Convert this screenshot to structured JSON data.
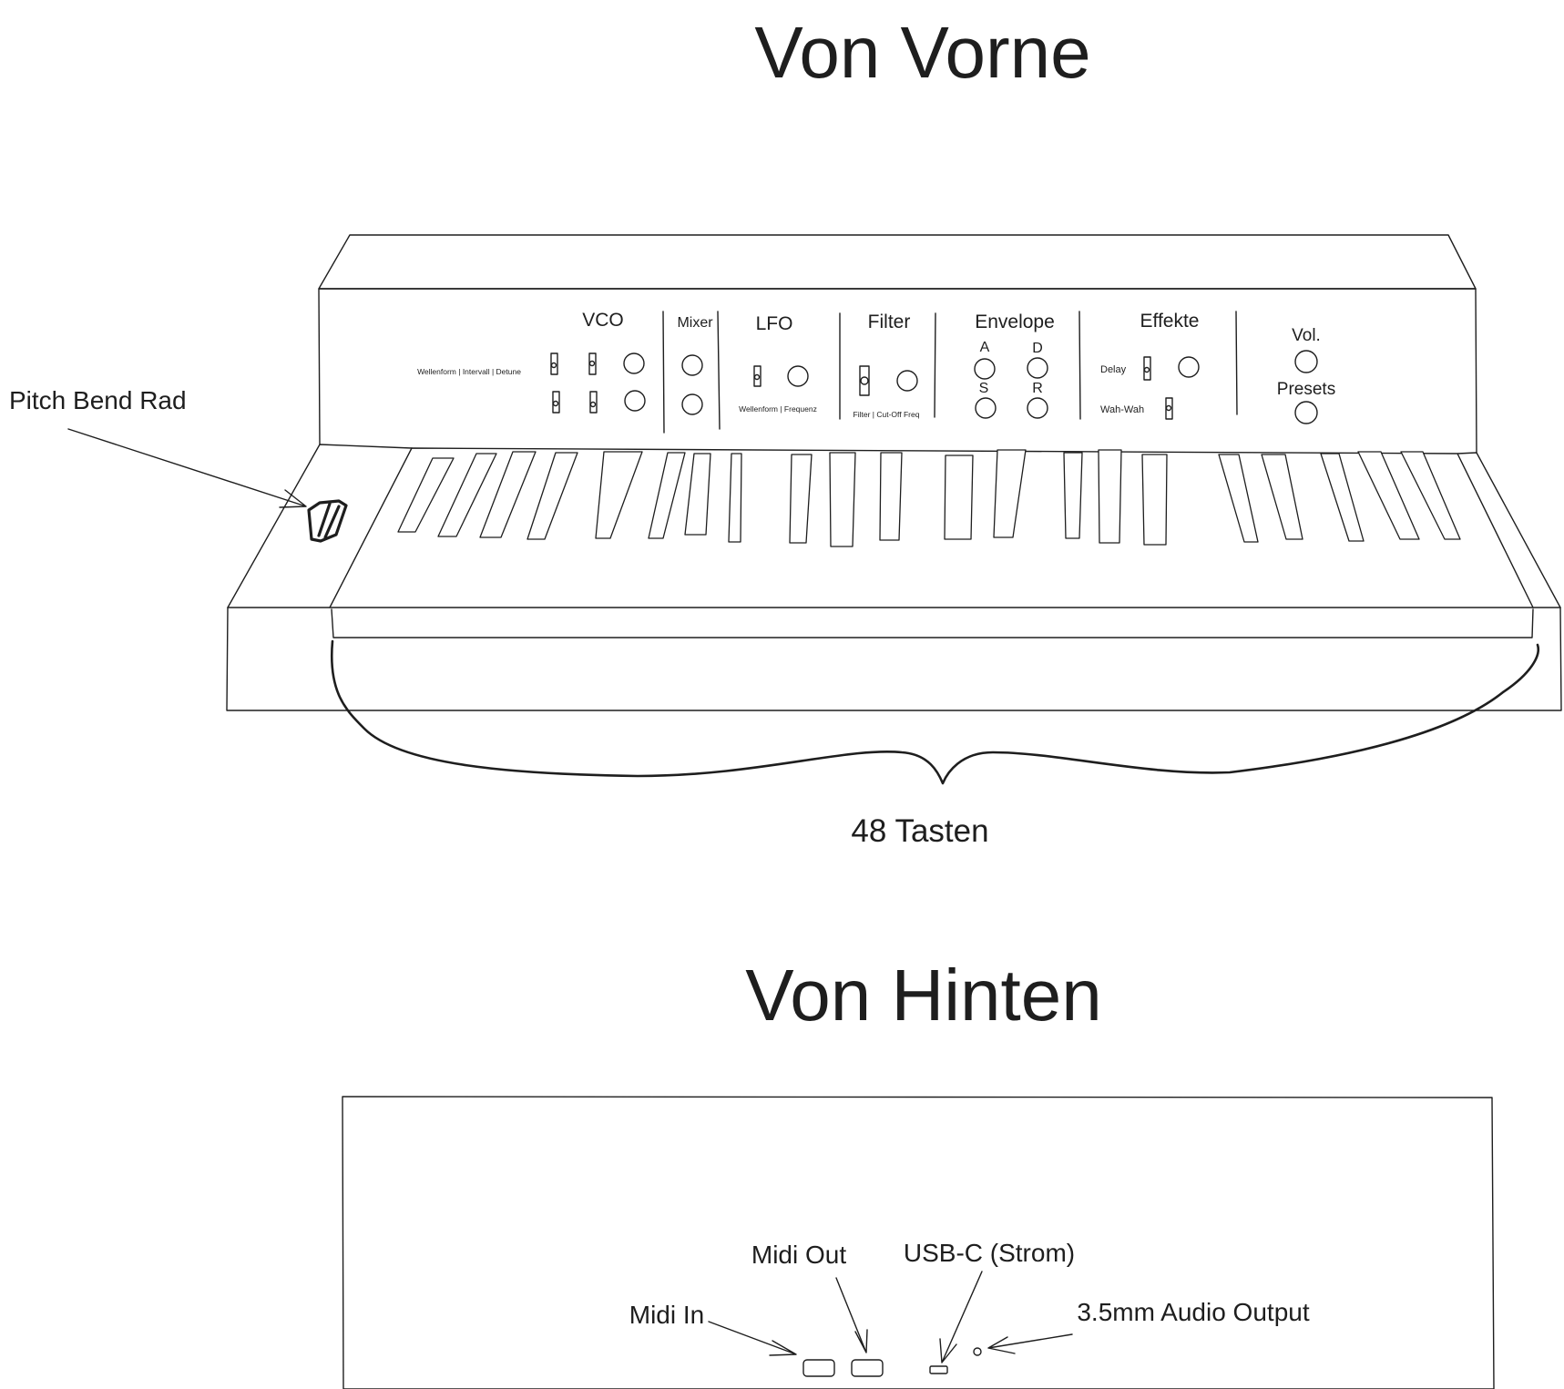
{
  "titles": {
    "front": "Von Vorne",
    "back": "Von Hinten"
  },
  "front": {
    "pitch_bend_label": "Pitch Bend Rad",
    "keys_label": "48 Tasten",
    "sections": {
      "vco": "VCO",
      "vco_sub": "Wellenform | Intervall | Detune",
      "mixer": "Mixer",
      "lfo": "LFO",
      "lfo_sub": "Wellenform | Frequenz",
      "filter": "Filter",
      "filter_sub": "Filter | Cut-Off Freq",
      "envelope": "Envelope",
      "env_a": "A",
      "env_d": "D",
      "env_s": "S",
      "env_r": "R",
      "effekte": "Effekte",
      "delay": "Delay",
      "wahwah": "Wah-Wah",
      "vol": "Vol.",
      "presets": "Presets"
    }
  },
  "back": {
    "midi_in": "Midi In",
    "midi_out": "Midi Out",
    "usb_c": "USB-C (Strom)",
    "audio_out": "3.5mm Audio Output"
  },
  "colors": {
    "ink": "#1e1e1e",
    "background": "#ffffff"
  }
}
